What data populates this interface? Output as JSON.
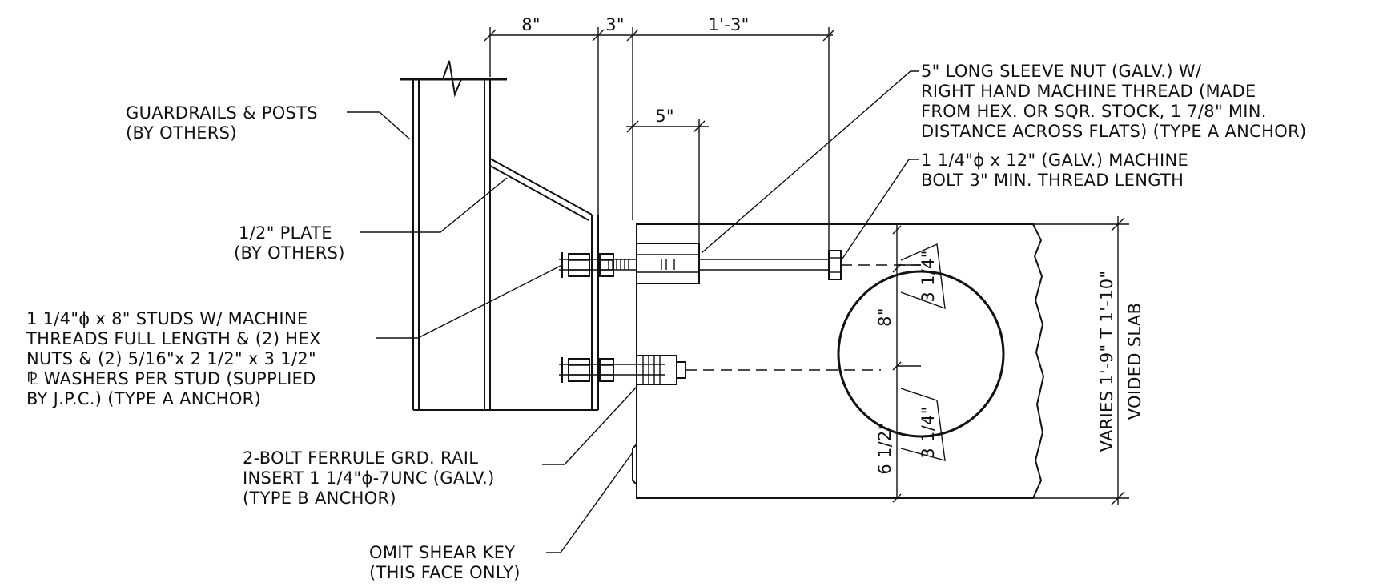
{
  "dimensions": {
    "top_8": "8\"",
    "top_3": "3\"",
    "top_1_3": "1'-3\"",
    "mid_5": "5\"",
    "right_varies": "VARIES 1'-9\" T 1'-10\"",
    "right_voided": "VOIDED SLAB",
    "vert_8": "8\"",
    "slab_3_1_4_top": "3 1/4\"",
    "slab_3_1_4_bottom": "3 1/4\"",
    "slab_6_1_2": "6 1/2\""
  },
  "callouts": {
    "guardrails": [
      "GUARDRAILS & POSTS",
      "(BY OTHERS)"
    ],
    "plate": [
      "1/2\" PLATE",
      "(BY OTHERS)"
    ],
    "studs": [
      "1 1/4\"ϕ x 8\" STUDS W/ MACHINE",
      "THREADS FULL LENGTH & (2) HEX",
      "NUTS & (2) 5/16\"x 2 1/2\" x 3 1/2\"",
      "⅊ WASHERS PER STUD (SUPPLIED",
      "BY J.P.C.) (TYPE A ANCHOR)"
    ],
    "ferrule": [
      "2-BOLT FERRULE GRD. RAIL",
      "INSERT 1 1/4\"ϕ-7UNC (GALV.)",
      "(TYPE B ANCHOR)"
    ],
    "shear_key": [
      "OMIT SHEAR KEY",
      "(THIS FACE ONLY)"
    ],
    "sleeve_nut": [
      "5\" LONG SLEEVE NUT (GALV.) W/",
      "RIGHT HAND MACHINE THREAD (MADE",
      "FROM HEX. OR SQR. STOCK, 1 7/8\" MIN.",
      "DISTANCE ACROSS FLATS) (TYPE A ANCHOR)"
    ],
    "machine_bolt": [
      "1 1/4\"ϕ x 12\" (GALV.) MACHINE",
      "BOLT 3\" MIN. THREAD LENGTH"
    ]
  }
}
